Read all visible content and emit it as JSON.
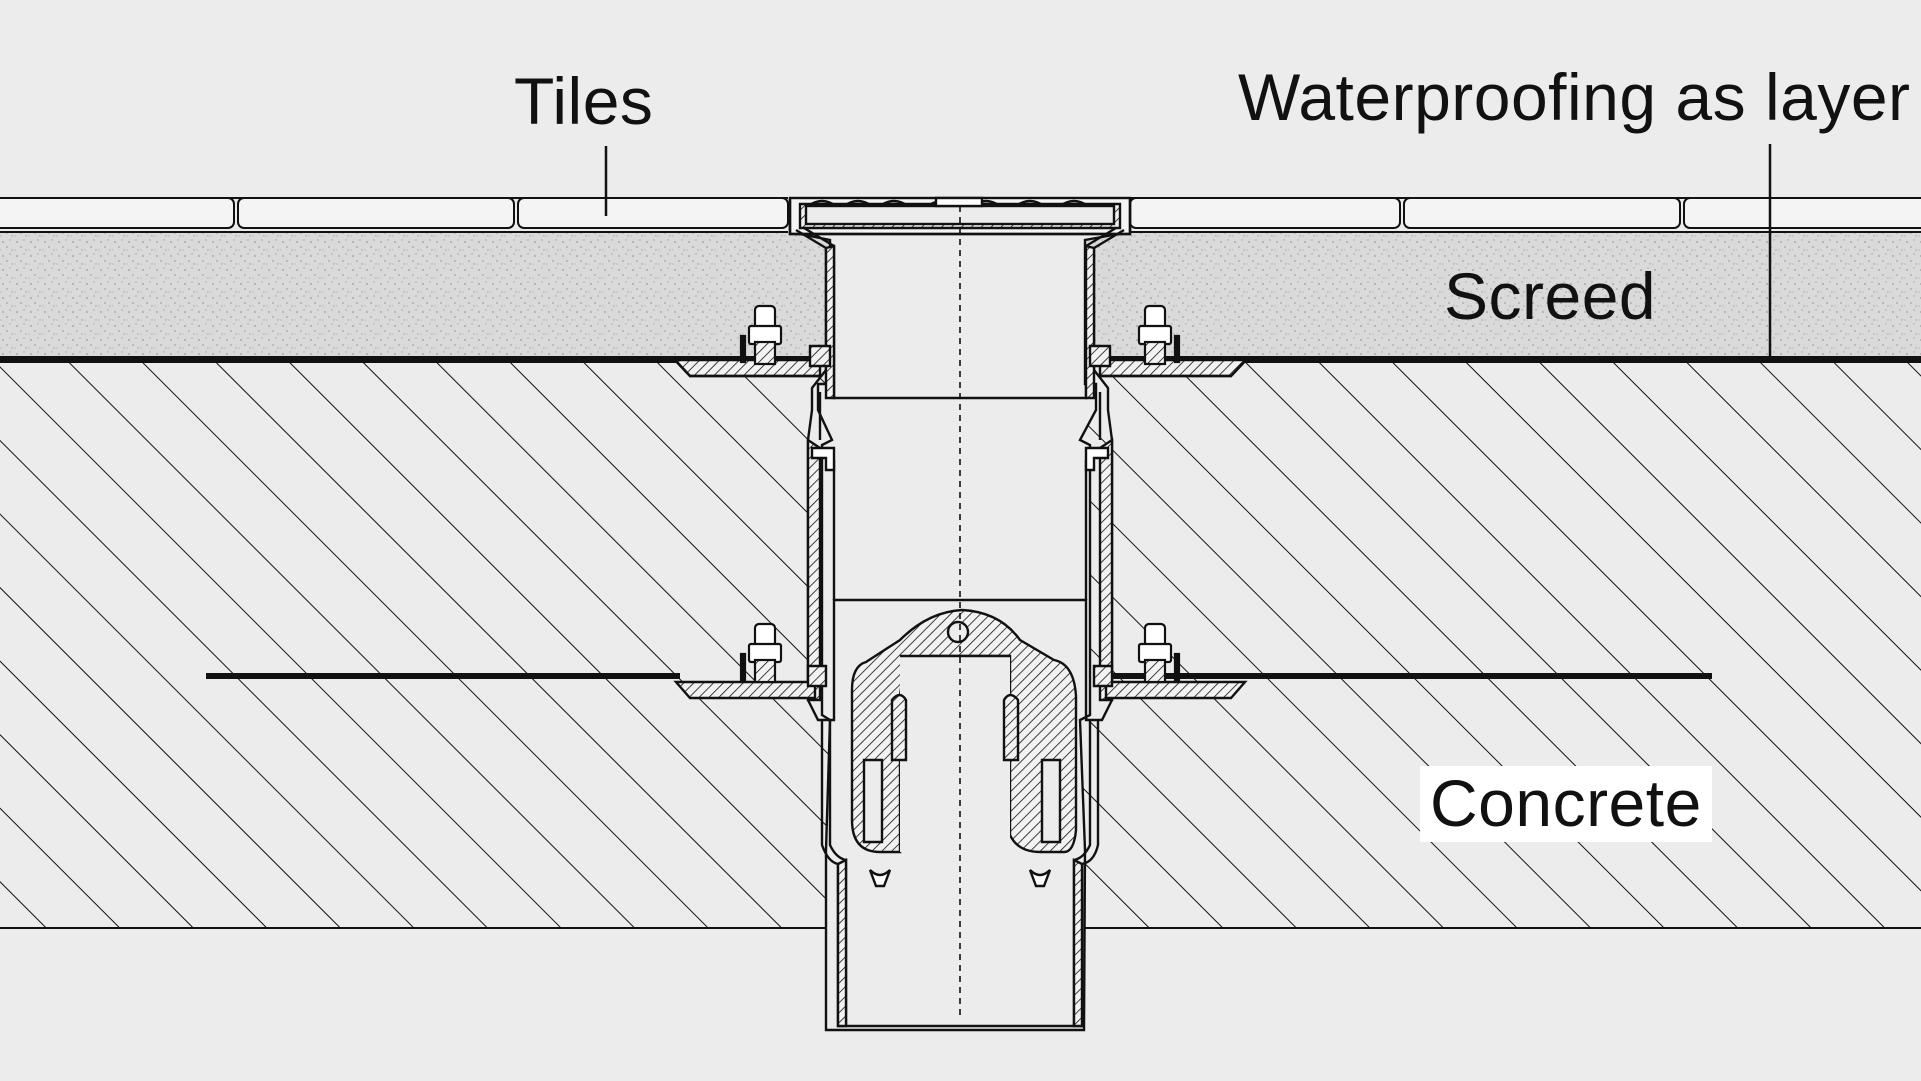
{
  "diagram": {
    "labels": {
      "tiles": "Tiles",
      "waterproofing": "Waterproofing as layer",
      "screed": "Screed",
      "concrete": "Concrete"
    },
    "colors": {
      "background": "#ececec",
      "line": "#111111",
      "screed_fill": "#d8d8d8",
      "tile_fill": "#f4f4f4",
      "label_background": "#ffffff"
    },
    "icons": {
      "floor_drain": "floor-drain-cross-section",
      "clamp_bolt": "bolt-icon"
    }
  }
}
